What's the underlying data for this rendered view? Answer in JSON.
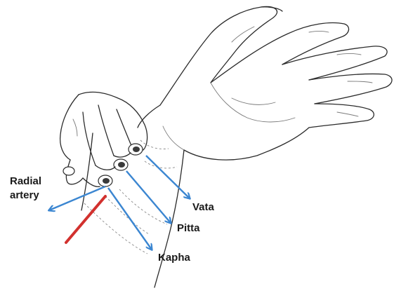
{
  "labels": {
    "radial_artery_line1": "Radial",
    "radial_artery_line2": "artery",
    "vata": "Vata",
    "pitta": "Pitta",
    "kapha": "Kapha"
  },
  "colors": {
    "arrow": "#3b86d1",
    "artery": "#d2312e",
    "ink": "#2b2b2b"
  }
}
